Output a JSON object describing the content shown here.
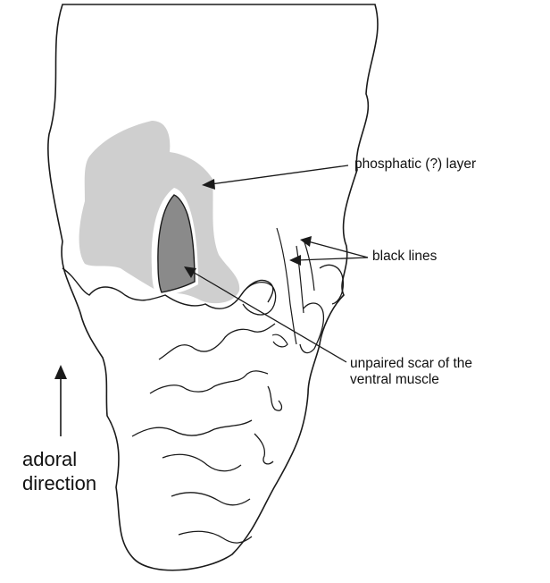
{
  "labels": {
    "phosphatic_layer": "phosphatic (?) layer",
    "black_lines": "black lines",
    "scar_line1": "unpaired scar of the",
    "scar_line2": "ventral muscle",
    "adoral_line1": "adoral",
    "adoral_line2": "direction"
  },
  "colors": {
    "outline": "#1a1a1a",
    "phosphatic_fill": "#cfcfcf",
    "scar_fill": "#8a8a8a",
    "background": "#ffffff"
  }
}
